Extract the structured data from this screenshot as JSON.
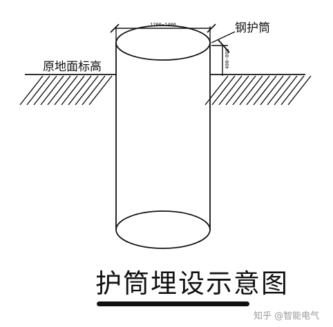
{
  "diagram": {
    "title": "护筒埋设示意图",
    "labels": {
      "ground_level": "原地面标高",
      "steel_casing": "钢护筒",
      "top_diameter": "1200~1400",
      "casing_height": "400~800"
    },
    "watermark": "知乎 @智能电气",
    "colors": {
      "line": "#111111",
      "watermark": "#9a9a9a",
      "background": "#ffffff"
    }
  }
}
